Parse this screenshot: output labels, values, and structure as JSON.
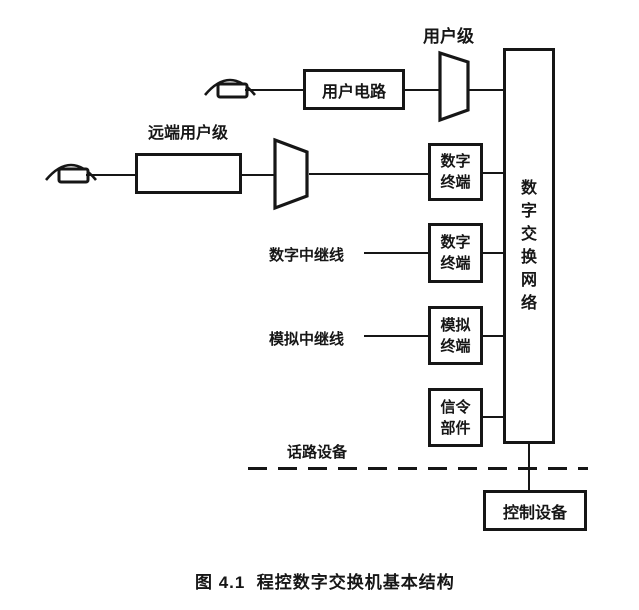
{
  "figure": {
    "caption": "图 4.1  程控数字交换机基本结构",
    "ink_color": "#161616",
    "background_color": "#ffffff"
  },
  "labels": {
    "user_stage": "用户级",
    "remote_user_stage": "远端用户级",
    "digital_trunk_line": "数字中继线",
    "analog_trunk_line": "模拟中继线",
    "speech_path_equipment": "话路设备"
  },
  "blocks": {
    "user_circuit": "用户电路",
    "remote_user_box": "",
    "digital_terminal_upper": "数字终端",
    "digital_terminal_lower": "数字终端",
    "analog_terminal": "模拟终端",
    "signaling_unit": "信令部件",
    "digital_switching_network": "数字交换网络",
    "control_equipment": "控制设备"
  },
  "icons": {
    "telephone_upper": "telephone-icon",
    "telephone_lower": "telephone-icon",
    "concentrator_upper": "concentrator-trapezoid",
    "concentrator_remote": "concentrator-trapezoid"
  }
}
